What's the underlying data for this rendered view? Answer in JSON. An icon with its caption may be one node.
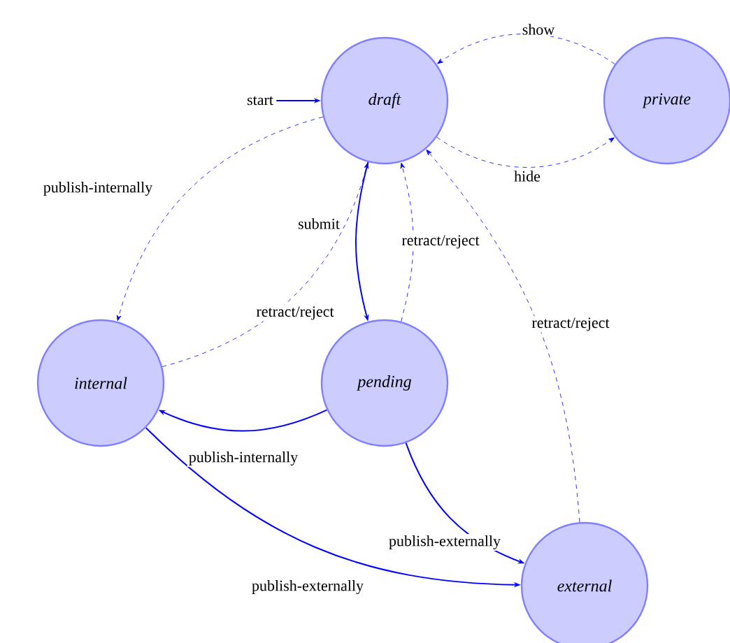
{
  "diagram": {
    "nodes": [
      {
        "text": [
          "start"
        ]
      },
      {
        "text": [
          "draft"
        ]
      },
      {
        "text": [
          "private"
        ]
      },
      {
        "text": [
          "internal"
        ]
      },
      {
        "text": [
          "pending"
        ]
      },
      {
        "text": [
          "external"
        ]
      }
    ],
    "edges": [
      {
        "from": 0,
        "to": 1,
        "arrow": "to"
      },
      {
        "from": 2,
        "to": 1,
        "arrow": "to",
        "label": "show",
        "style": "dashed"
      },
      {
        "from": 1,
        "to": 2,
        "arrow": "to",
        "label": "hide",
        "style": "dashed"
      },
      {
        "from": 1,
        "to": 3,
        "arrow": "to",
        "label": "publish-internally",
        "style": "dashed"
      },
      {
        "from": 3,
        "to": 1,
        "arrow": "to",
        "label": "retract/reject",
        "style": "dashed"
      },
      {
        "from": 1,
        "to": 4,
        "arrow": "to",
        "label": "submit"
      },
      {
        "from": 4,
        "to": 1,
        "arrow": "to",
        "label": "retract/reject",
        "style": "dashed"
      },
      {
        "from": 5,
        "to": 1,
        "arrow": "to",
        "label": "retract/reject",
        "style": "dashed"
      },
      {
        "from": 4,
        "to": 3,
        "arrow": "to",
        "label": "publish-internally"
      },
      {
        "from": 4,
        "to": 5,
        "arrow": "to",
        "label": "publish-externally"
      },
      {
        "from": 3,
        "to": 5,
        "arrow": "to",
        "label": "publish-externally"
      }
    ]
  }
}
